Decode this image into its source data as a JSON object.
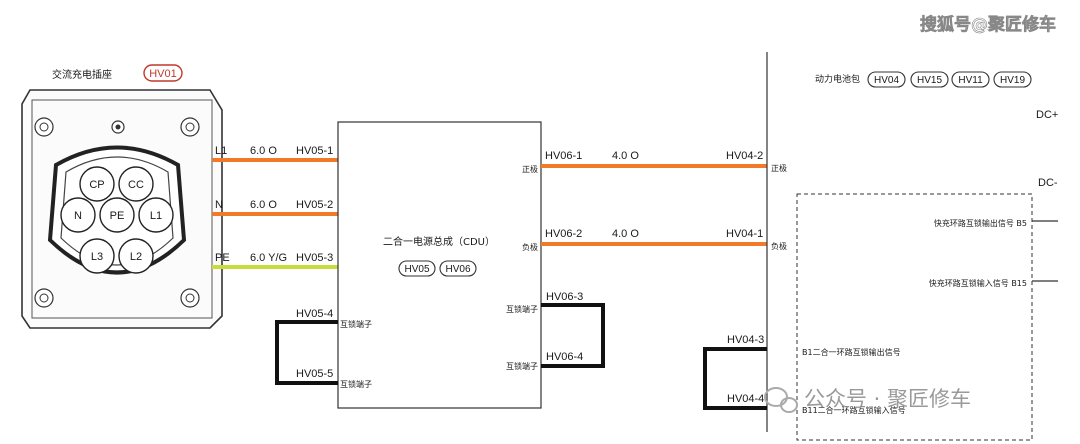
{
  "watermark_top": "搜狐号@聚匠修车",
  "watermark_bottom": "公众号 · 聚匠修车",
  "inlet": {
    "title": "交流充电插座",
    "badge": "HV01",
    "pins": [
      "CP",
      "CC",
      "N",
      "PE",
      "L1",
      "L3",
      "L2"
    ]
  },
  "wires_left": [
    {
      "label": "L1",
      "spec": "6.0 O",
      "pin": "HV05-1"
    },
    {
      "label": "N",
      "spec": "6.0 O",
      "pin": "HV05-2"
    },
    {
      "label": "PE",
      "spec": "6.0 Y/G",
      "pin": "HV05-3"
    }
  ],
  "cdu": {
    "title": "二合一电源总成（CDU）",
    "badges": [
      "HV05",
      "HV06"
    ],
    "left_loop": {
      "top_pin": "HV05-4",
      "bottom_pin": "HV05-5",
      "top_label": "互锁端子",
      "bottom_label": "互锁端子"
    },
    "right_loop": {
      "top_pin": "HV06-3",
      "bottom_pin": "HV06-4",
      "top_label": "互锁端子",
      "bottom_label": "互锁端子"
    },
    "pos_label": "正极",
    "neg_label": "负极"
  },
  "wires_right": [
    {
      "from": "HV06-1",
      "spec": "4.0 O",
      "to": "HV04-2",
      "term": "正极"
    },
    {
      "from": "HV06-2",
      "spec": "4.0 O",
      "to": "HV04-1",
      "term": "负极"
    }
  ],
  "battery": {
    "title": "动力电池包",
    "badges": [
      "HV04",
      "HV15",
      "HV11",
      "HV19"
    ],
    "dc_pos": "DC+",
    "dc_neg": "DC-",
    "signals": [
      {
        "text": "快充环路互锁输出信号 B5"
      },
      {
        "text": "快充环路互锁输入信号 B15"
      }
    ],
    "loop": {
      "top_pin": "HV04-3",
      "bottom_pin": "HV04-4",
      "top_signal": "B1二合一环路互锁输出信号",
      "bottom_signal": "B11二合一环路互锁输入信号"
    }
  },
  "colors": {
    "orange_wire": "#f07a2a",
    "pe_wire": "#c8dc3c",
    "loop": "#111111",
    "badge_red": "#c0392b"
  }
}
